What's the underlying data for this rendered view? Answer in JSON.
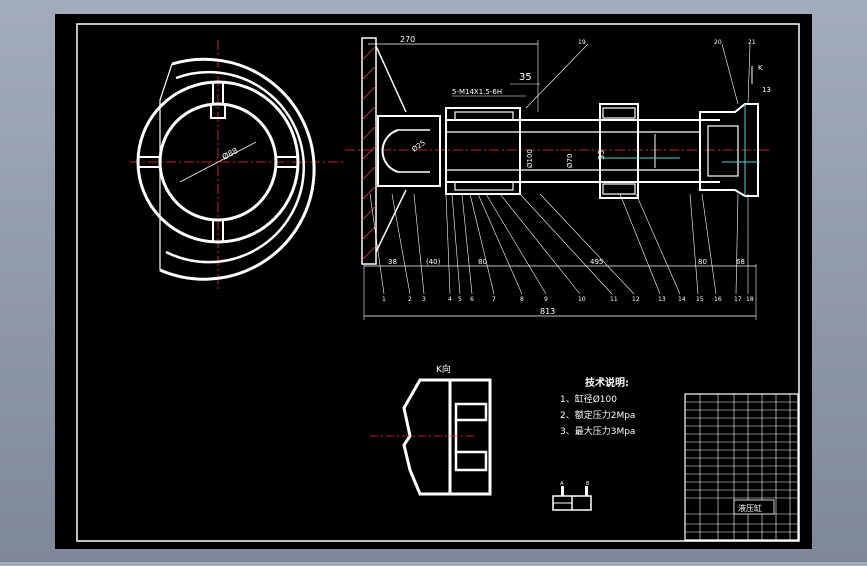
{
  "colors": {
    "paper": "#000000",
    "line": "#ffffff",
    "center": "#ff2a2a",
    "hatch": "#ff4040",
    "accent": "#55ccdd",
    "viewport": "#8f98a8"
  },
  "dims": {
    "top_length": "270",
    "thread_spec": "5-M14X1.5-6H",
    "flange_thk": "35",
    "section_dia": "Ø88",
    "bore_small": "Ø25",
    "piston_dia": "Ø100",
    "rod_dia": "Ø70",
    "inner_35": "35",
    "end_13": "13",
    "k_arrow": "K",
    "bottom_a": "38",
    "bottom_b": "(40)",
    "bottom_c": "80",
    "bottom_d": "495",
    "bottom_e": "80",
    "bottom_f": "68",
    "total_length": "813"
  },
  "balloons": [
    "1",
    "2",
    "3",
    "4",
    "5",
    "6",
    "7",
    "8",
    "9",
    "10",
    "11",
    "12",
    "13",
    "14",
    "15",
    "16",
    "17",
    "18"
  ],
  "top_balloons": [
    "19",
    "20",
    "21"
  ],
  "view_k_label": "K向",
  "tech_notes": {
    "title": "技术说明:",
    "lines": [
      "1、缸径Ø100",
      "2、额定压力2Mpa",
      "3、最大压力3Mpa"
    ]
  },
  "title_block": {
    "drawing_name": "液压缸"
  },
  "symbol": {
    "port_a": "A",
    "port_b": "B"
  }
}
